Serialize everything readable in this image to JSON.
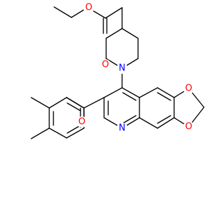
{
  "molecule": {
    "atoms": {
      "o_carbonyl_ester": {
        "label": "O",
        "color": "#ff0000"
      },
      "o_ether_ester": {
        "label": "O",
        "color": "#ff0000"
      },
      "n_piperidine": {
        "label": "N",
        "color": "#0000ff"
      },
      "o_ketone": {
        "label": "O",
        "color": "#ff0000"
      },
      "o_dioxole_top": {
        "label": "O",
        "color": "#ff0000"
      },
      "o_dioxole_bottom": {
        "label": "O",
        "color": "#ff0000"
      },
      "n_quinoline": {
        "label": "N",
        "color": "#0000ff"
      }
    },
    "bond_color": "#000000",
    "background_color": "#ffffff"
  }
}
